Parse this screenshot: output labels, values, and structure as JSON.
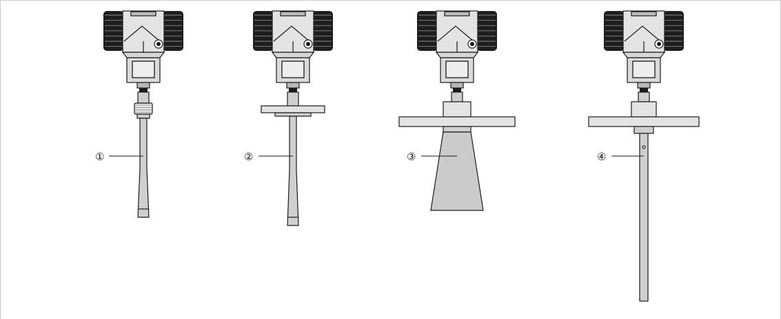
{
  "devices": [
    {
      "callout": "①",
      "antenna": "drop-rod",
      "process_connection": "thread"
    },
    {
      "callout": "②",
      "antenna": "drop-rod",
      "process_connection": "flange"
    },
    {
      "callout": "③",
      "antenna": "horn",
      "process_connection": "flange"
    },
    {
      "callout": "④",
      "antenna": "extension-rod",
      "process_connection": "flange"
    }
  ],
  "colors": {
    "frame": "#c8c8c8",
    "outline": "#1a1a1a",
    "metal": "#cfcfcf",
    "knob": "#1e1e1e",
    "background": "#ffffff"
  }
}
